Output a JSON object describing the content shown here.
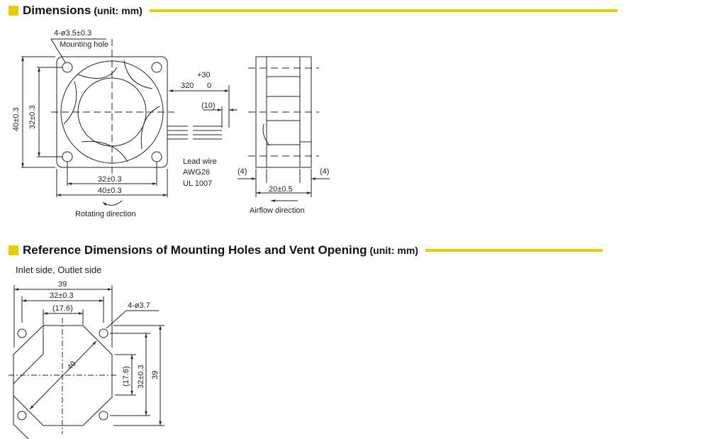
{
  "section1": {
    "title": "Dimensions",
    "unit": "(unit: mm)",
    "front_view": {
      "hole_spec": "4-ø3.5±0.3",
      "hole_label": "Mounting hole",
      "height_outer": "40±0.3",
      "height_inner": "32±0.3",
      "width_inner": "32±0.3",
      "width_outer": "40±0.3",
      "rotation_label": "Rotating direction"
    },
    "lead": {
      "tol": "+30",
      "length": "320",
      "tol_low": "0",
      "strip": "(10)",
      "label1": "Lead wire",
      "label2": "AWG26",
      "label3": "UL 1007"
    },
    "side_view": {
      "left_gap": "(4)",
      "right_gap": "(4)",
      "depth": "20±0.5",
      "airflow_label": "Airflow direction"
    }
  },
  "section2": {
    "title": "Reference Dimensions of Mounting Holes and Vent Opening",
    "unit": "(unit: mm)",
    "subtitle": "Inlet side, Outlet side",
    "dims": {
      "w_outer": "39",
      "w_holes": "32±0.3",
      "w_vent": "(17.6)",
      "hole_spec": "4-ø3.7",
      "diag": "40",
      "h_vent": "(17.6)",
      "h_holes": "32±0.3",
      "h_outer": "39"
    }
  },
  "colors": {
    "accent": "#e6cd00"
  }
}
